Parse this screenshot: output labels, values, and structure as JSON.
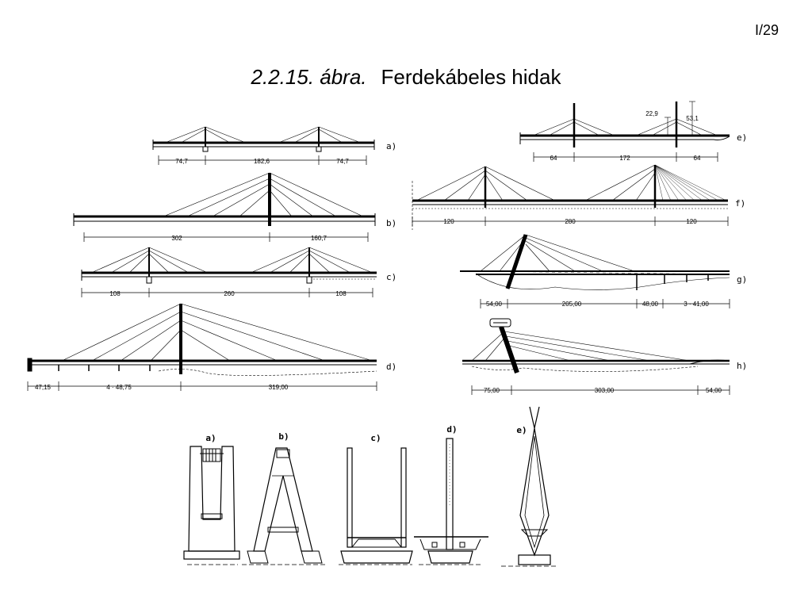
{
  "page_number": "I/29",
  "title": {
    "figure_ref": "2.2.15. ábra.",
    "caption": "Ferdekábeles hidak"
  },
  "bridges": [
    {
      "label": "a)",
      "dims": [
        "74,7",
        "182,6",
        "74,7"
      ]
    },
    {
      "label": "b)",
      "dims": [
        "302",
        "160,7"
      ]
    },
    {
      "label": "c)",
      "dims": [
        "108",
        "260",
        "108"
      ]
    },
    {
      "label": "d)",
      "dims": [
        "47,15",
        "4 · 48,75",
        "319,00"
      ]
    },
    {
      "label": "e)",
      "dims": [
        "64",
        "172",
        "64"
      ],
      "heights": [
        "22,9",
        "53,1"
      ]
    },
    {
      "label": "f)",
      "dims": [
        "120",
        "280",
        "120"
      ]
    },
    {
      "label": "g)",
      "dims": [
        "54,00",
        "205,00",
        "48,00",
        "3 · 41,00"
      ]
    },
    {
      "label": "h)",
      "dims": [
        "75,00",
        "303,00",
        "54,00"
      ]
    }
  ],
  "towers": [
    {
      "label": "a)"
    },
    {
      "label": "b)"
    },
    {
      "label": "c)"
    },
    {
      "label": "d)"
    },
    {
      "label": "e)"
    }
  ]
}
